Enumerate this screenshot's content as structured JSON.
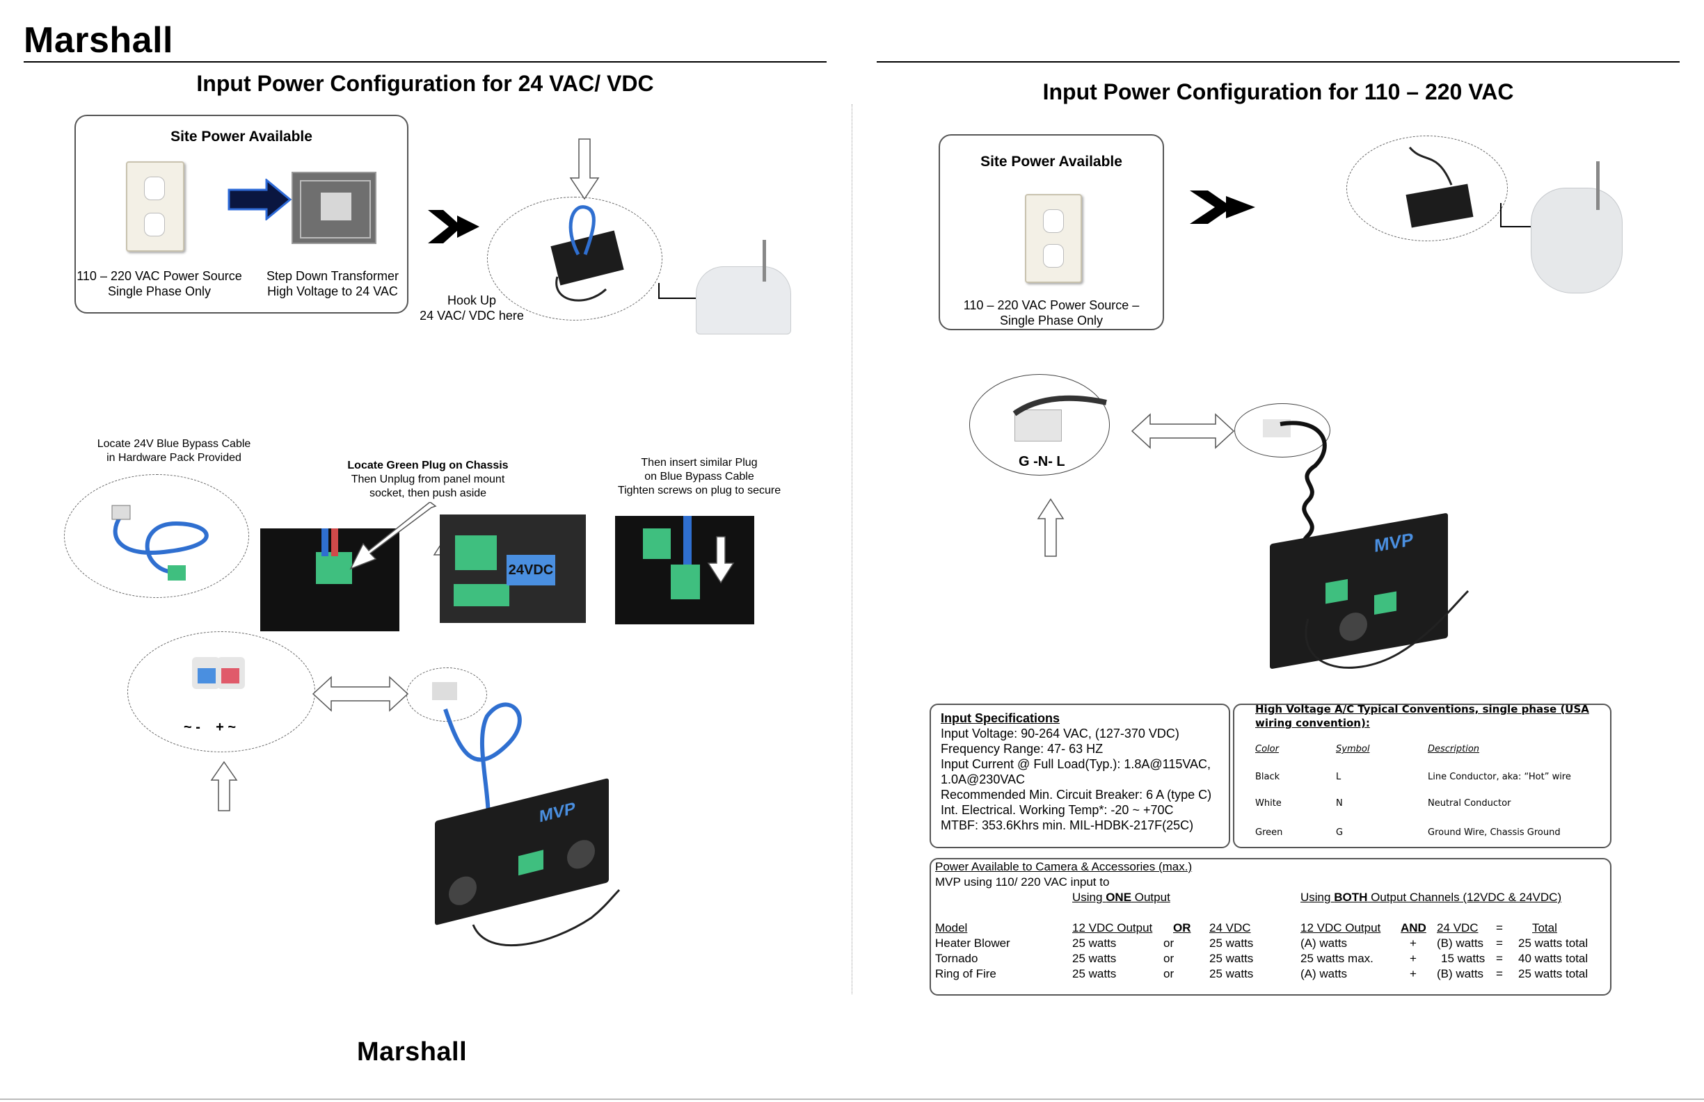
{
  "brand": "Marshall",
  "left": {
    "title": "Input Power Configuration for 24 VAC/ VDC",
    "site_box": {
      "heading": "Site Power Available",
      "source_caption_1": "110 – 220 VAC Power Source",
      "source_caption_2": "Single Phase Only",
      "transformer_caption_1": "Step Down Transformer",
      "transformer_caption_2": "High Voltage to 24 VAC"
    },
    "hookup_1": "Hook Up",
    "hookup_2": "24 VAC/ VDC here",
    "step1_1": "Locate 24V Blue Bypass Cable",
    "step1_2": "in Hardware Pack Provided",
    "step2_1": "Locate Green Plug on Chassis",
    "step2_2": "Then Unplug from panel mount",
    "step2_3": "socket, then push aside",
    "step3_1": "Then insert similar Plug",
    "step3_2": "on Blue Bypass Cable",
    "step3_3": "Tighten screws on plug to secure",
    "plug_label": "24VDC",
    "polarity": "~ -    + ~"
  },
  "right": {
    "title": "Input Power Configuration for 110 – 220 VAC",
    "site_box": {
      "heading": "Site Power Available",
      "source_caption_1": "110 – 220 VAC Power Source –",
      "source_caption_2": "Single Phase Only"
    },
    "terminal_label": "G -N- L",
    "specs": {
      "heading": "Input Specifications",
      "lines": [
        "Input Voltage: 90-264 VAC, (127-370 VDC)",
        "Frequency Range: 47- 63 HZ",
        "Input Current @ Full Load(Typ.):  1.8A@115VAC,",
        "1.0A@230VAC",
        "Recommended Min. Circuit Breaker: 6 A (type C)",
        "Int. Electrical. Working Temp*: -20 ~ +70C",
        "MTBF: 353.6Khrs min. MIL-HDBK-217F(25C)"
      ]
    },
    "conventions": {
      "heading": "High Voltage A/C Typical Conventions, single phase (USA wiring convention):",
      "headers": [
        "Color",
        "Symbol",
        "Description"
      ],
      "rows": [
        [
          "Black",
          "L",
          "Line Conductor, aka: “Hot” wire"
        ],
        [
          "White",
          "N",
          "Neutral Conductor"
        ],
        [
          "Green",
          "G",
          "Ground Wire, Chassis Ground"
        ]
      ]
    },
    "power": {
      "heading": "Power Available to Camera & Accessories (max.)",
      "subheading": "MVP using 110/ 220 VAC input to",
      "one_output_pre": "Using ",
      "one_output_bold": "ONE",
      "one_output_post": " Output",
      "both_pre": "Using ",
      "both_bold": "BOTH",
      "both_post": " Output Channels (12VDC & 24VDC)",
      "col_model": "Model",
      "col_12": "12 VDC Output",
      "col_or": "OR",
      "col_24": "24 VDC",
      "col_12b": "12 VDC Output",
      "col_and": "AND",
      "col_24b": "24 VDC",
      "col_eq": "=",
      "col_total": "Total",
      "rows": [
        {
          "model": "Heater Blower",
          "v12": "25 watts",
          "or": "or",
          "v24": "25 watts",
          "a": "(A) watts",
          "plus": "+",
          "b": "(B) watts",
          "eq": "=",
          "total": "25 watts total"
        },
        {
          "model": "Tornado",
          "v12": "25 watts",
          "or": "or",
          "v24": "25 watts",
          "a": "25 watts max.",
          "plus": "+",
          "b": "15 watts",
          "eq": "=",
          "total": "40 watts total"
        },
        {
          "model": "Ring of Fire",
          "v12": "25 watts",
          "or": "or",
          "v24": "25 watts",
          "a": "(A) watts",
          "plus": "+",
          "b": "(B) watts",
          "eq": "=",
          "total": "25 watts total"
        }
      ]
    },
    "mvp_label": "MVP"
  },
  "colors": {
    "cable_blue": "#2f6fd0",
    "plug_green": "#3fbf7f",
    "device_black": "#1c1c1c"
  }
}
